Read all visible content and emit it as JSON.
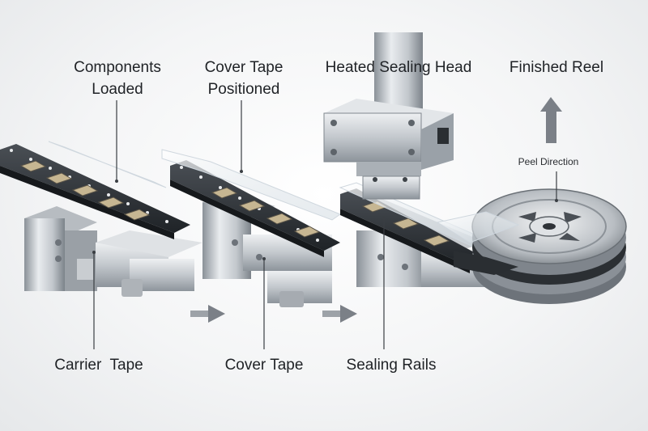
{
  "labels": {
    "components_loaded": [
      "Components",
      "Loaded"
    ],
    "cover_tape_positioned": [
      "Cover Tape",
      "Positioned"
    ],
    "heated_sealing_head": "Heated Sealing Head",
    "finished_reel": "Finished Reel",
    "peel_direction": "Peel Direction",
    "carrier_tape": "Carrier  Tape",
    "cover_tape": "Cover Tape",
    "sealing_rails": "Sealing Rails"
  },
  "colors": {
    "text": "#1f2226",
    "tape": "#2d3136",
    "steel_light": "#d4d8dc",
    "steel_dark": "#7d848b",
    "component": "#b9a888",
    "arrow": "#7b8087"
  },
  "icons": [
    "flow-arrow-icon",
    "peel-arrow-icon",
    "reel-icon",
    "sealing-head-icon"
  ]
}
